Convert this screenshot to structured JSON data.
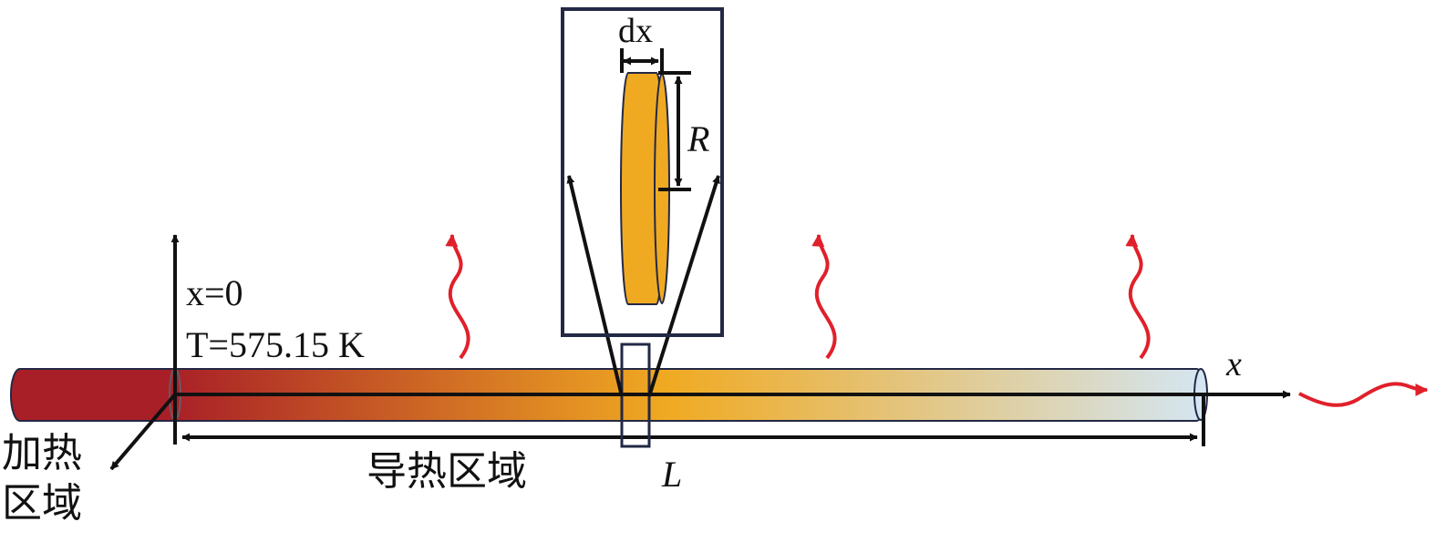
{
  "labels": {
    "dx": "dx",
    "radius": "R",
    "x_axis": "x",
    "origin_condition": "x=0",
    "temperature_condition": "T=575.15 K",
    "length": "L",
    "conduction_region": "导热区域",
    "heating_region_line1": "加热",
    "heating_region_line2": "区域"
  },
  "colors": {
    "rod_hot": "#a81f27",
    "rod_mid": "#f0aa22",
    "rod_cool": "#d4e6f2",
    "disk_fill": "#f0aa22",
    "inset_border": "#232845",
    "heat_wave": "#e0202a",
    "arrow": "#111111"
  },
  "icons": {
    "heat_wave": "wavy-red-arrow",
    "dimension": "double-headed-arrow"
  }
}
